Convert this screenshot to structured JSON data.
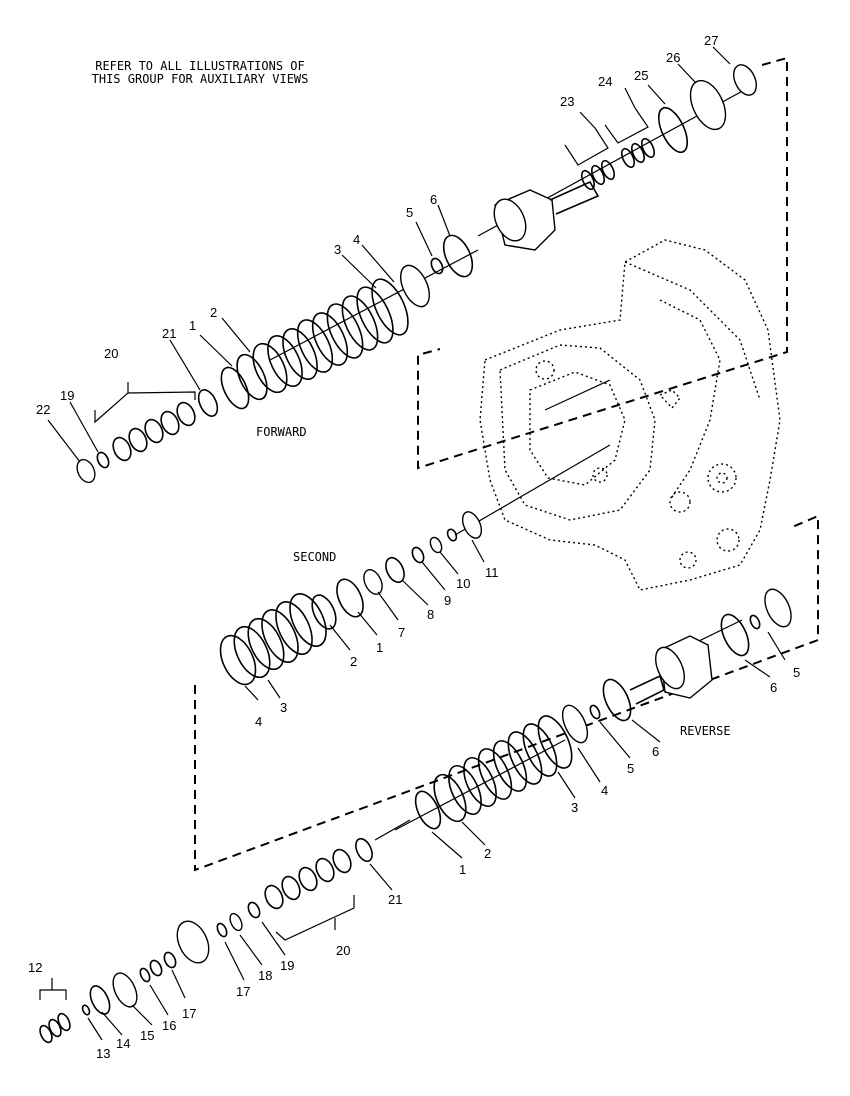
{
  "note_lines": [
    "REFER TO ALL ILLUSTRATIONS OF",
    "THIS GROUP FOR AUXILIARY VIEWS"
  ],
  "sections": {
    "forward": "FORWARD",
    "second": "SECOND",
    "reverse": "REVERSE"
  },
  "callouts": [
    "1",
    "2",
    "3",
    "4",
    "5",
    "6",
    "7",
    "8",
    "9",
    "10",
    "11",
    "12",
    "13",
    "14",
    "15",
    "16",
    "17",
    "18",
    "19",
    "20",
    "21",
    "22",
    "23",
    "24",
    "25",
    "26",
    "27"
  ]
}
